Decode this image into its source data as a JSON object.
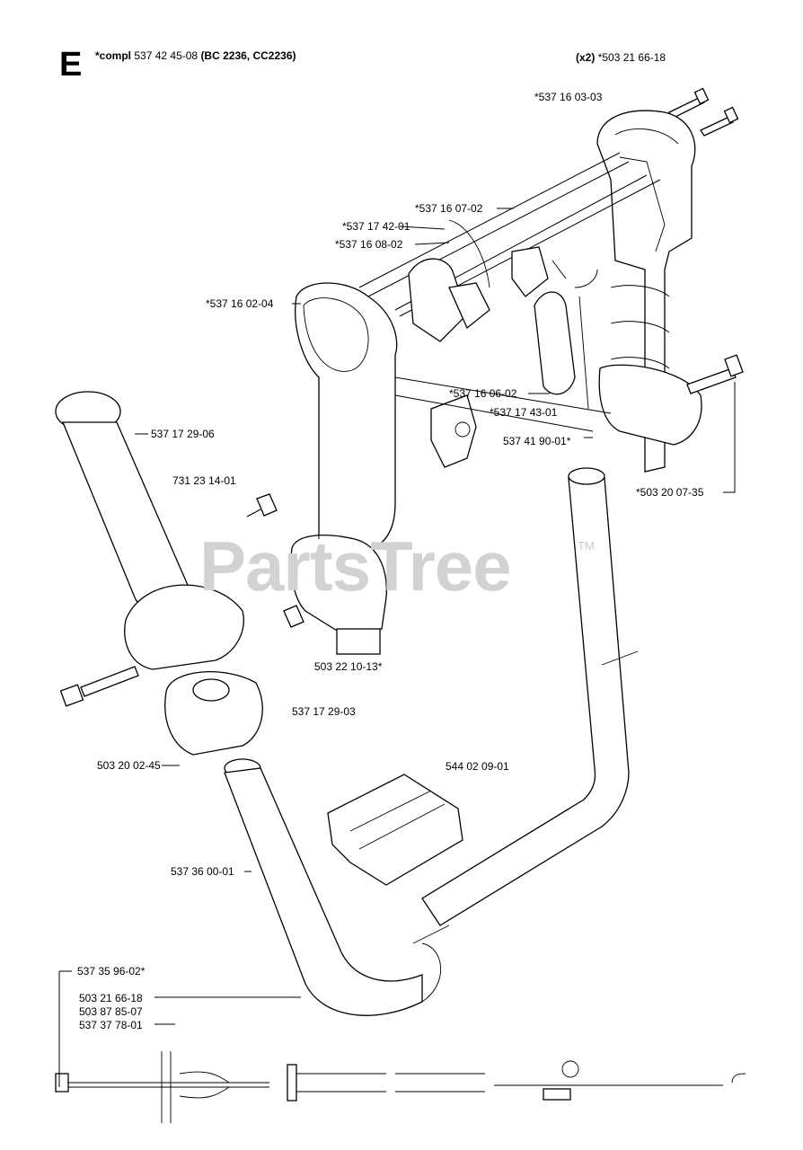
{
  "header": {
    "section_letter": "E",
    "assembly_prefix": "*compl",
    "assembly_number": "537 42 45-08",
    "assembly_models": "(BC 2236, CC2236)",
    "qty_note": "(x2)",
    "qty_part": "*503 21 66-18"
  },
  "watermark": {
    "text": "PartsTree",
    "tm": "TM"
  },
  "part_labels": [
    {
      "id": "p1",
      "text": "*537 16 03-03"
    },
    {
      "id": "p2",
      "text": "*537 16 07-02"
    },
    {
      "id": "p3",
      "text": "*537 17 42-01"
    },
    {
      "id": "p4",
      "text": "*537 16 08-02"
    },
    {
      "id": "p5",
      "text": "*537 16 02-04"
    },
    {
      "id": "p6",
      "text": "537 17 29-06"
    },
    {
      "id": "p7",
      "text": "*537 16 06-02"
    },
    {
      "id": "p8",
      "text": "*537 17 43-01"
    },
    {
      "id": "p9",
      "text": "537 41 90-01*"
    },
    {
      "id": "p10",
      "text": "731 23 14-01"
    },
    {
      "id": "p11",
      "text": "*503 20 07-35"
    },
    {
      "id": "p12",
      "text": "503 22 10-13*"
    },
    {
      "id": "p13",
      "text": "537 17 29-03"
    },
    {
      "id": "p14",
      "text": "503 20 02-45"
    },
    {
      "id": "p15",
      "text": "544 02 09-01"
    },
    {
      "id": "p16",
      "text": "537 36 00-01"
    },
    {
      "id": "p17",
      "text": "537 35 96-02*"
    },
    {
      "id": "p18",
      "text": "503 21 66-18"
    },
    {
      "id": "p19",
      "text": "503 87 85-07"
    },
    {
      "id": "p20",
      "text": "537 37 78-01"
    }
  ]
}
